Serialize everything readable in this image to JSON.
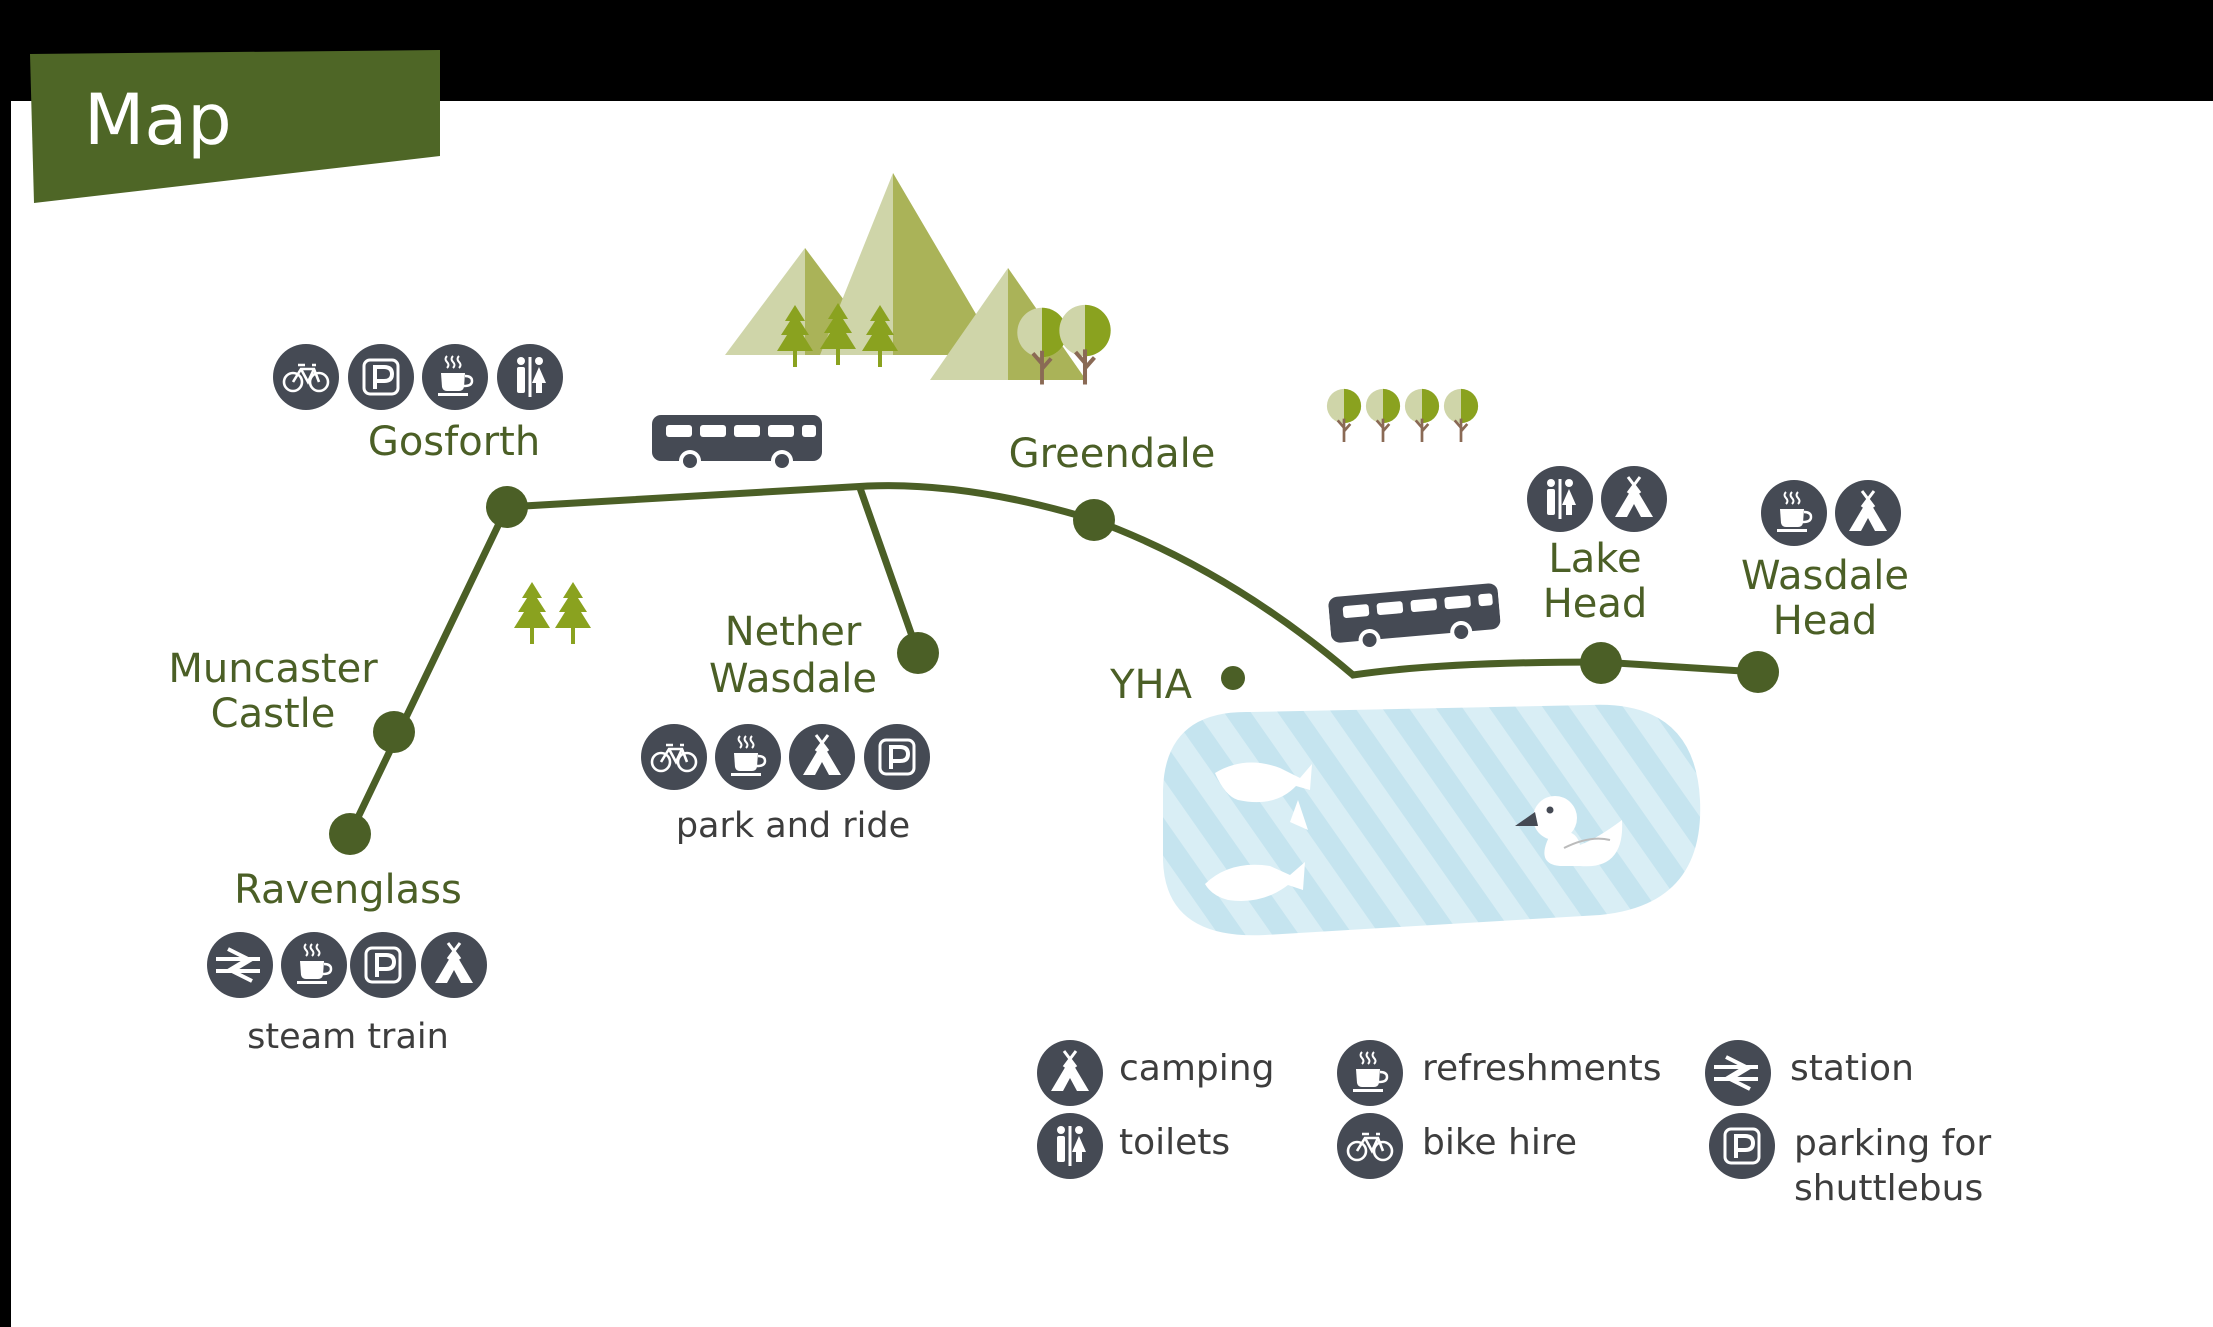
{
  "title": "Map",
  "colors": {
    "route": "#4b5f26",
    "title_banner": "#4e6626",
    "icon_circle": "#454a54",
    "label_text": "#4b5f26",
    "note_text": "#3d3d3d",
    "lake": "#c5e4ef",
    "mountain_light": "#cfd5a9",
    "mountain_dark": "#aab358",
    "tree_green": "#8aa21f",
    "bus": "#454a54"
  },
  "stops": [
    {
      "id": "gosforth",
      "label": "Gosforth",
      "amenities": [
        "bike-hire",
        "parking",
        "refreshments",
        "toilets"
      ]
    },
    {
      "id": "muncaster-castle",
      "label_lines": [
        "Muncaster",
        "Castle"
      ],
      "amenities": []
    },
    {
      "id": "ravenglass",
      "label": "Ravenglass",
      "amenities": [
        "station",
        "refreshments",
        "parking",
        "camping"
      ],
      "note": "steam train"
    },
    {
      "id": "nether-wasdale",
      "label_lines": [
        "Nether",
        "Wasdale"
      ],
      "amenities": [
        "bike-hire",
        "refreshments",
        "camping",
        "parking"
      ],
      "note": "park and ride"
    },
    {
      "id": "greendale",
      "label": "Greendale",
      "amenities": []
    },
    {
      "id": "yha",
      "label": "YHA",
      "amenities": []
    },
    {
      "id": "lake-head",
      "label_lines": [
        "Lake",
        "Head"
      ],
      "amenities": [
        "toilets",
        "camping"
      ]
    },
    {
      "id": "wasdale-head",
      "label_lines": [
        "Wasdale",
        "Head"
      ],
      "amenities": [
        "refreshments",
        "camping"
      ]
    }
  ],
  "legend": {
    "camping": "camping",
    "toilets": "toilets",
    "refreshments": "refreshments",
    "bike_hire": "bike hire",
    "station": "station",
    "parking_lines": [
      "parking for",
      "shuttlebus"
    ]
  },
  "icons": [
    "camping-icon",
    "toilets-icon",
    "refreshments-icon",
    "bike-hire-icon",
    "station-icon",
    "parking-icon",
    "bus-icon",
    "fish-icon",
    "duck-icon",
    "tree-icon",
    "mountain-icon"
  ]
}
